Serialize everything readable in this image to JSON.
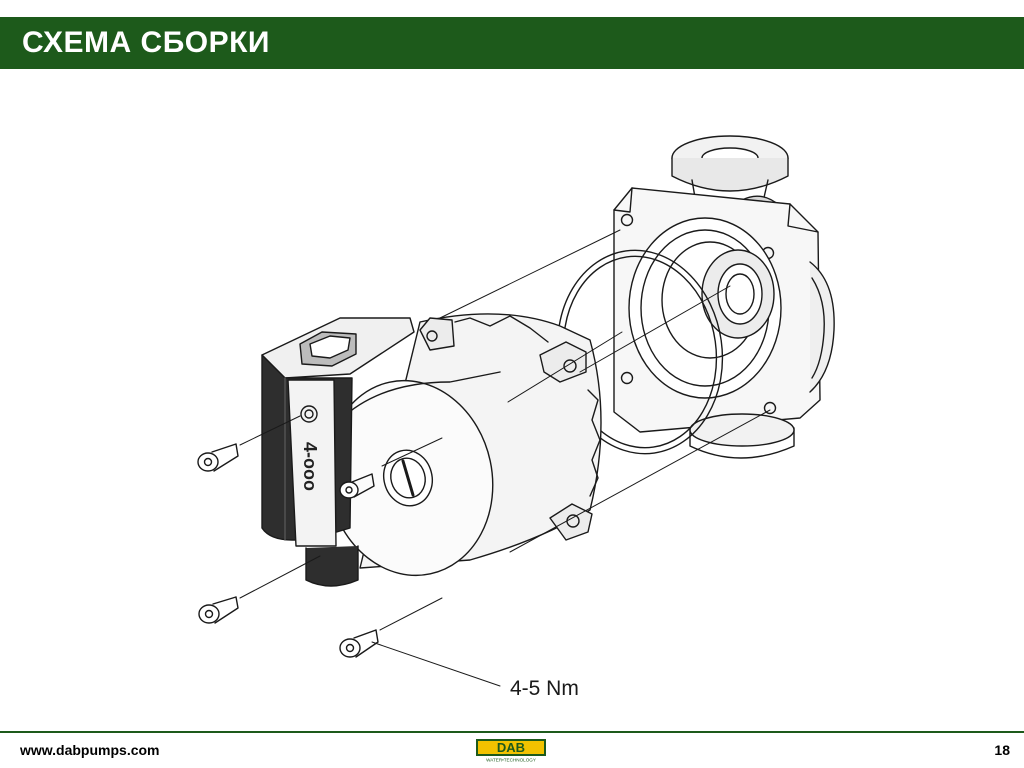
{
  "slide": {
    "title": "СХЕМА СБОРКИ",
    "torque_label": "4-5 Nm",
    "motor_marking": "4-ooo",
    "footer_url": "www.dabpumps.com",
    "page_number": "18",
    "logo_text": "DAB",
    "logo_tagline": "WATER•TECHNOLOGY"
  },
  "colors": {
    "title_bar": "#1d5a1b",
    "logo_yellow": "#f2c200",
    "logo_green": "#1d5a1b"
  }
}
